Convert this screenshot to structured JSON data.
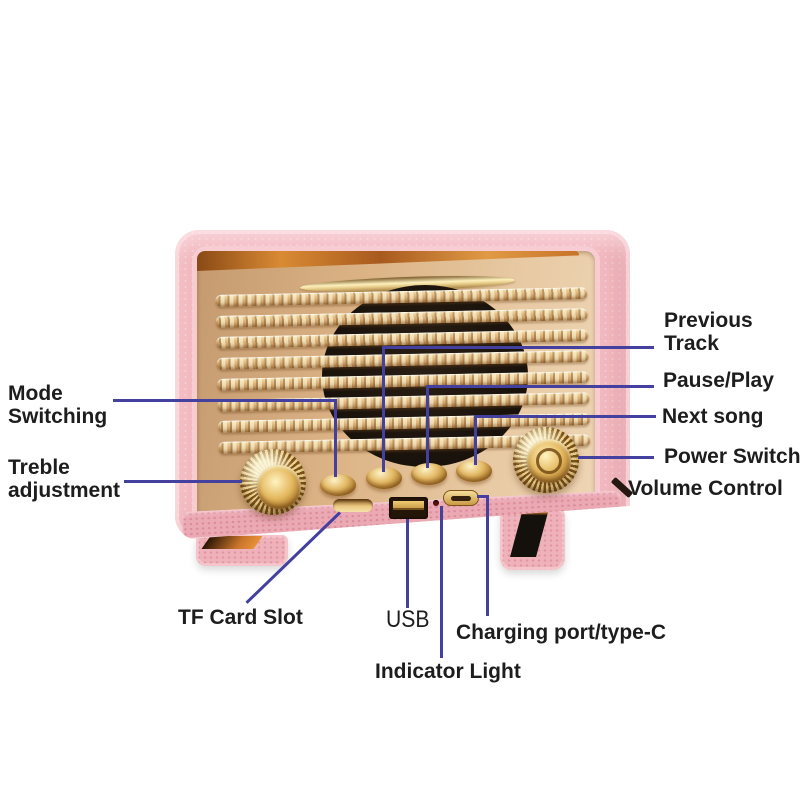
{
  "diagram": {
    "subject": "Retro portable Bluetooth speaker, pink body with gold front panel and speaker grille",
    "background_color": "#ffffff",
    "callout_line_color": "#4340a0",
    "label_text_color": "#1d1d1d",
    "device_colors": {
      "body_pink": "#f2bac0",
      "panel_gold": "#ddb183",
      "wood_trim": "#c87a2c",
      "hardware_gold": "#d9a94e",
      "speaker_grille_dark": "#211811"
    },
    "callouts": {
      "mode": {
        "label": "Mode Switching"
      },
      "treble": {
        "label": "Treble adjustment"
      },
      "previous": {
        "label": "Previous Track"
      },
      "pause": {
        "label": "Pause/Play"
      },
      "next": {
        "label": "Next song"
      },
      "power": {
        "label": "Power Switch"
      },
      "volume": {
        "label": "Volume Control"
      },
      "tf": {
        "label": "TF Card Slot"
      },
      "usb": {
        "label": "USB"
      },
      "charging": {
        "label": "Charging port/type-C"
      },
      "indicator": {
        "label": "Indicator Light"
      }
    }
  }
}
